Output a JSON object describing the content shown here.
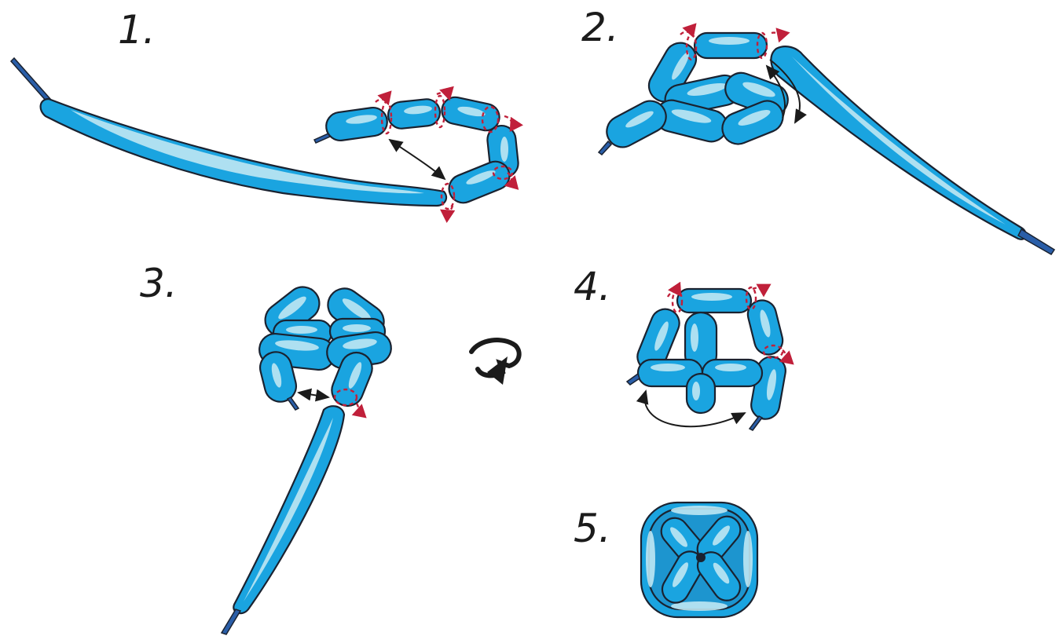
{
  "steps": [
    {
      "number": "1."
    },
    {
      "number": "2."
    },
    {
      "number": "3."
    },
    {
      "number": "4."
    },
    {
      "number": "5."
    }
  ],
  "colors": {
    "balloon": "#1aa4e0",
    "balloon_highlight": "#bfe7f3",
    "outline": "#1a2230",
    "twist_marks": "#c0203a",
    "knot": "#2a5ea8"
  },
  "icons": {
    "flip": "rotate-arrow-icon"
  }
}
